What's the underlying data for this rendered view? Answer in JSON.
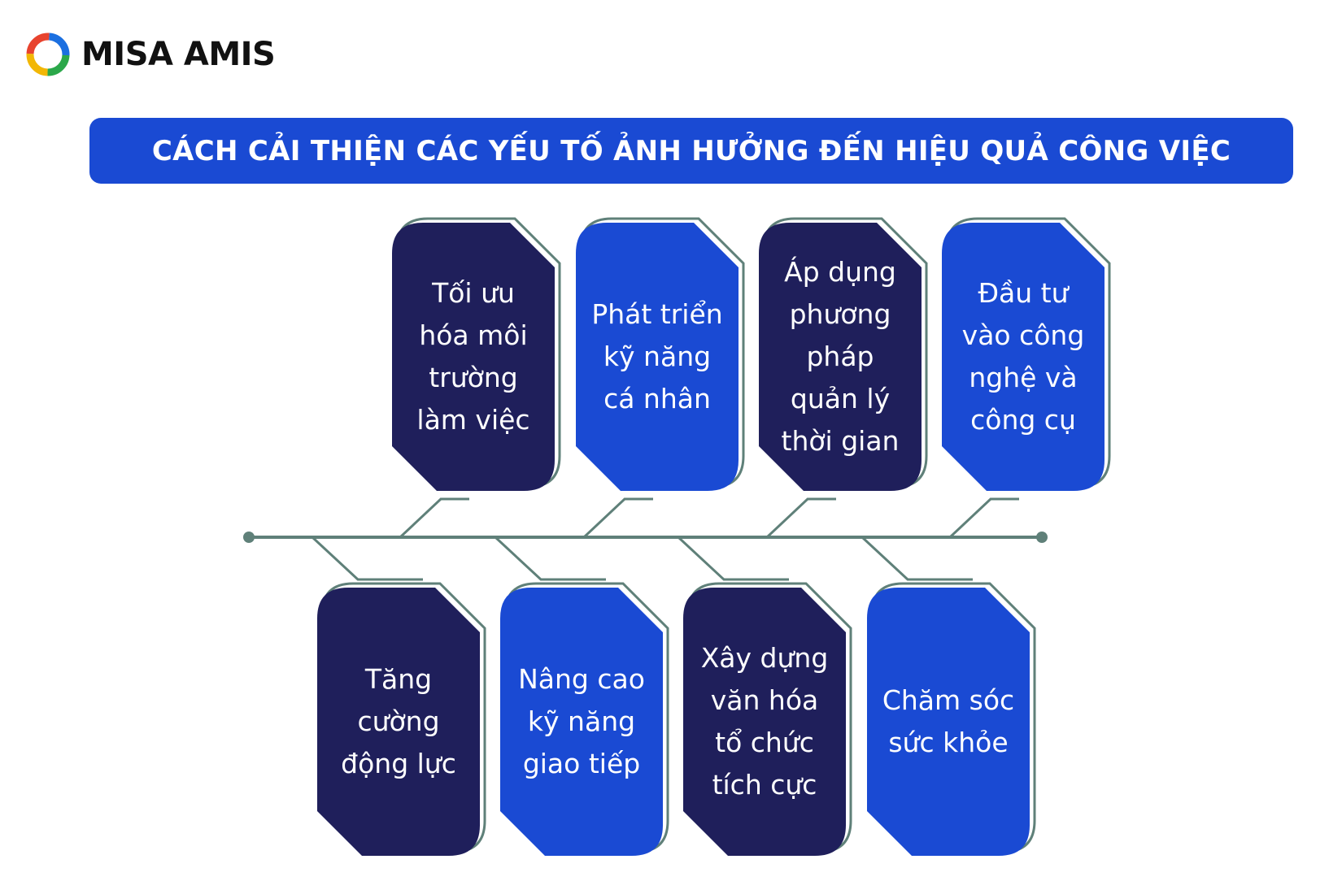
{
  "brand": {
    "name": "MISA AMIS",
    "logo_icon": "misa-amis-logo-icon"
  },
  "title": "CÁCH CẢI THIỆN CÁC YẾU TỐ ẢNH HƯỞNG ĐẾN HIỆU QUẢ CÔNG VIỆC",
  "colors": {
    "dark_card": "#1f1f5b",
    "blue_card": "#1a4ad3",
    "line": "#5f8079",
    "title_bar": "#1a4ad3"
  },
  "cards_top": [
    {
      "text": "Tối ưu hóa môi trường làm việc",
      "color": "dark"
    },
    {
      "text": "Phát triển kỹ năng cá nhân",
      "color": "blue"
    },
    {
      "text": "Áp dụng phương pháp quản lý thời gian",
      "color": "dark"
    },
    {
      "text": "Đầu tư vào công nghệ và công cụ",
      "color": "blue"
    }
  ],
  "cards_bottom": [
    {
      "text": "Tăng cường động lực",
      "color": "dark"
    },
    {
      "text": "Nâng cao kỹ năng giao tiếp",
      "color": "blue"
    },
    {
      "text": "Xây dựng văn hóa tổ chức tích cực",
      "color": "dark"
    },
    {
      "text": "Chăm sóc sức khỏe",
      "color": "blue"
    }
  ]
}
